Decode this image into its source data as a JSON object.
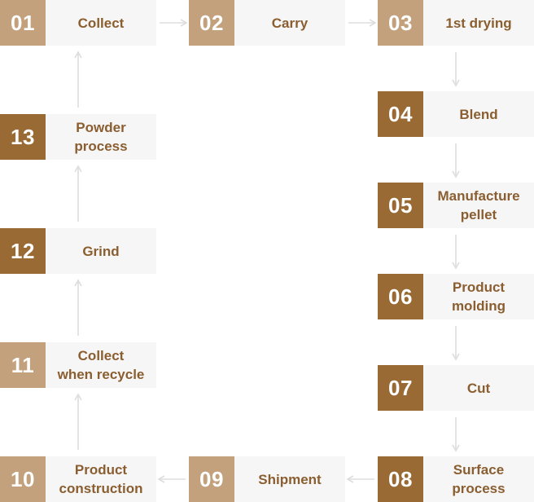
{
  "steps": [
    {
      "num": "01",
      "label": "Collect"
    },
    {
      "num": "02",
      "label": "Carry"
    },
    {
      "num": "03",
      "label": "1st drying"
    },
    {
      "num": "04",
      "label": "Blend"
    },
    {
      "num": "05",
      "label": "Manufacture\npellet"
    },
    {
      "num": "06",
      "label": "Product\nmolding"
    },
    {
      "num": "07",
      "label": "Cut"
    },
    {
      "num": "08",
      "label": "Surface\nprocess"
    },
    {
      "num": "09",
      "label": "Shipment"
    },
    {
      "num": "10",
      "label": "Product\nconstruction"
    },
    {
      "num": "11",
      "label": "Collect\nwhen recycle"
    },
    {
      "num": "12",
      "label": "Grind"
    },
    {
      "num": "13",
      "label": "Powder\nprocess"
    }
  ],
  "colors": {
    "light": "#c2a17c",
    "dark": "#9a6a34",
    "text": "#8a5e30",
    "box": "#f6f6f6",
    "arrow": "#dddddd"
  }
}
